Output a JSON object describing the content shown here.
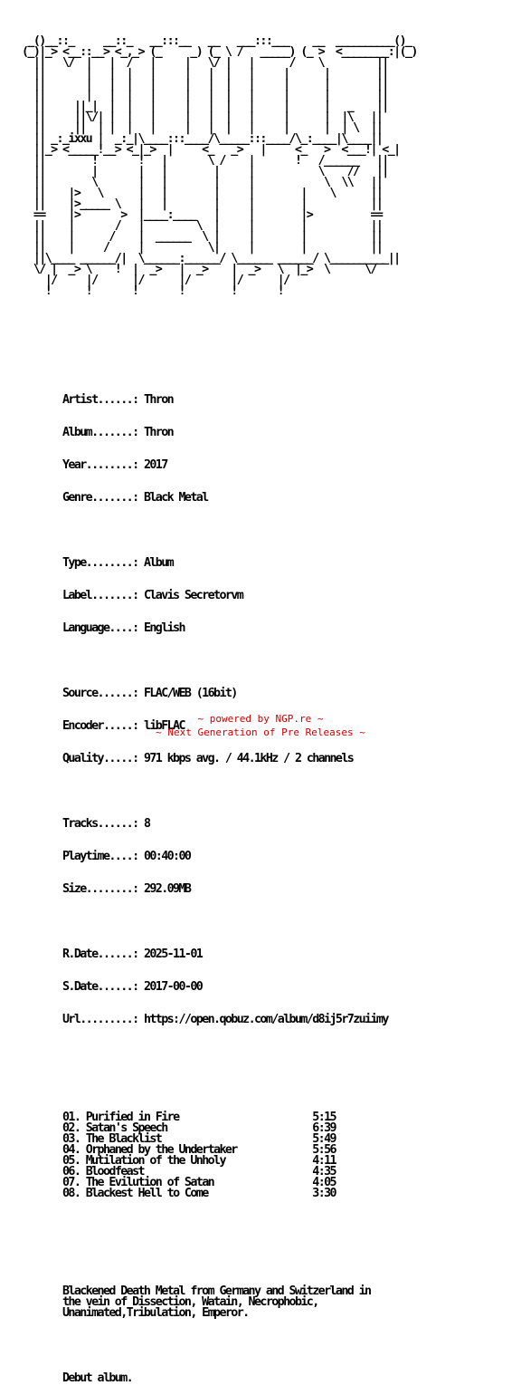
{
  "ascii_art": [
    " _()__::_     __::_   __:::__   __   ___:::___    __  __________()_",
    "(_)|_> <__::__> <_,_> (_     _) (_ \\ /   _____) (_ >  <________:|(_)",
    "  ||   \\/  |   |  /   |     |   \\/ |   |      /    \\         ||",
    "  ||       |   |  |   |     |   |  |   |     |      |        ||",
    "  ||       |   |  |   |     |   |  |   |     |      |        ||",
    "  ||       |   |  |   |     |   |  |   |     |      |        ||",
    "  ||     ||_|  |  |   |     |   |  |   |     |      |   _    ||",
    "  ||     ||\\/| |  |   |     |   |  |   |     |      |  |\\   ||",
    "  ||     ||  | |  |   |     |   |  |   |     |      |  | \\  ||",
    "  || _:_ixxu |  _:_|\\____:::____/\\_____:::____/\\_:____|\\____||",
    "  ||_> <_____!__> <_|_>  |     <_   _>   |     <_   >  <___!| <_|",
    "  ||        !       !   |       \\ /    |       !   /______   ||",
    "  ||        |       |   |        |     |           \\    //   ||",
    "  ||        \\       |   |        |     |            \\  \\\\   ||",
    "  ||    |>   \\      |   |        |     |        |    \\      ||",
    "  ||    |>_____ \\   |   |        |     |        |           ||",
    "  ==    |>       >  |____:____   |     |        |>          ==",
    "  ||    |       /   |         \\  |     |        |           ||",
    "  ||    |      /    |  ______  \\ |     |        |           ||",
    "  ||    |     /     |           \\|     |        |           ||",
    "  ||\\____ ______/|  \\______:______/ \\______ ______/ \\__________||",
    "  \\/ |  _> \\    !  |  _>   |  _>    |  _>   \\  |_>  \\      \\/",
    "    |/     |/      |/      |/       |/      |/",
    "    !      !       !       !        !       !"
  ],
  "release": {
    "artist_key": "Artist......:",
    "artist": "Thron",
    "album_key": "Album.......:",
    "album": "Thron",
    "year_key": "Year........:",
    "year": "2017",
    "genre_key": "Genre.......:",
    "genre": "Black Metal",
    "type_key": "Type........:",
    "type": "Album",
    "label_key": "Label.......:",
    "label": "Clavis Secretorvm",
    "language_key": "Language....:",
    "language": "English",
    "source_key": "Source......:",
    "source": "FLAC/WEB (16bit)",
    "encoder_key": "Encoder.....:",
    "encoder": "libFLAC",
    "quality_key": "Quality.....:",
    "quality": "971 kbps avg. / 44.1kHz / 2 channels",
    "tracks_key": "Tracks......:",
    "tracks": "8",
    "playtime_key": "Playtime....:",
    "playtime": "00:40:00",
    "size_key": "Size........:",
    "size": "292.09MB",
    "rdate_key": "R.Date......:",
    "rdate": "2025-11-01",
    "sdate_key": "S.Date......:",
    "sdate": "2017-00-00",
    "url_key": "Url.........:",
    "url": "https://open.qobuz.com/album/d8ij5r7zuiimy"
  },
  "tracklist": [
    {
      "num": "01.",
      "title": "Purified in Fire",
      "time": "5:15"
    },
    {
      "num": "02.",
      "title": "Satan's Speech",
      "time": "6:39"
    },
    {
      "num": "03.",
      "title": "The Blacklist",
      "time": "5:49"
    },
    {
      "num": "04.",
      "title": "Orphaned by the Undertaker",
      "time": "5:56"
    },
    {
      "num": "05.",
      "title": "Mutilation of the Unholy",
      "time": "4:11"
    },
    {
      "num": "06.",
      "title": "Bloodfeast",
      "time": "4:35"
    },
    {
      "num": "07.",
      "title": "The Evilution of Satan",
      "time": "4:05"
    },
    {
      "num": "08.",
      "title": "Blackest Hell to Come",
      "time": "3:30"
    }
  ],
  "description": [
    "Blackened Death Metal from Germany and Switzerland in",
    "the vein of Dissection, Watain, Necrophobic,",
    "Unanimated,Tribulation, Emperor."
  ],
  "note": "Debut album.",
  "footer": {
    "powered": "~ powered by NGP.re ~",
    "tagline": "~ Next Generation of Pre Releases ~",
    "color": "#cc0000"
  }
}
